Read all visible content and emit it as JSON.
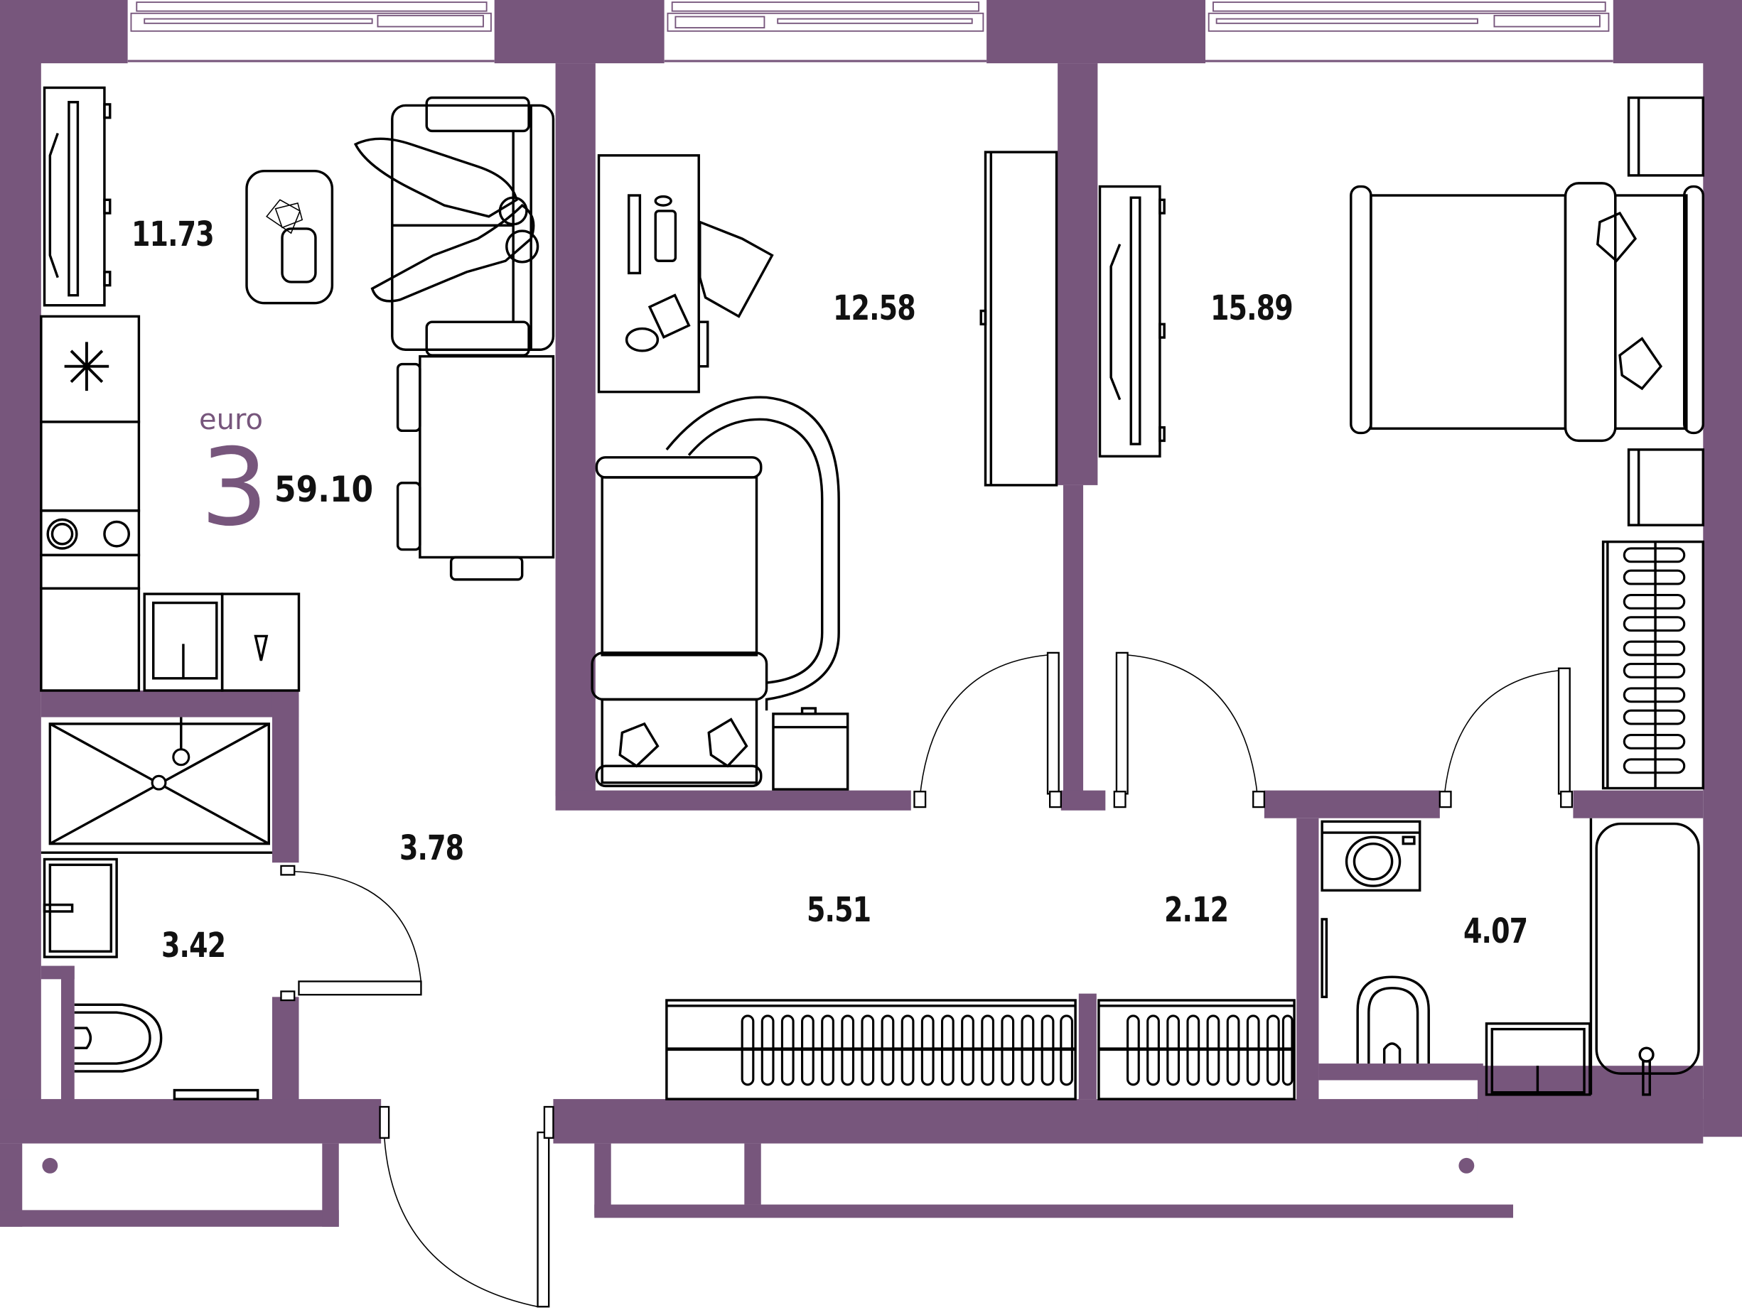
{
  "plan": {
    "brand": "euro",
    "rooms_count": "3",
    "total_area": "59.10",
    "wall_color": "#77567c",
    "line_color": "#000000",
    "background": "#ffffff"
  },
  "rooms": [
    {
      "id": "kitchen-living",
      "area": "11.73"
    },
    {
      "id": "bedroom-1",
      "area": "12.58"
    },
    {
      "id": "bedroom-2",
      "area": "15.89"
    },
    {
      "id": "hall",
      "area": "3.78"
    },
    {
      "id": "bathroom-1",
      "area": "3.42"
    },
    {
      "id": "corridor",
      "area": "5.51"
    },
    {
      "id": "corridor-2",
      "area": "2.12"
    },
    {
      "id": "bathroom-2",
      "area": "4.07"
    }
  ],
  "icons": [
    "snowflake-icon",
    "sofa-icon",
    "tv-icon",
    "dining-table-icon",
    "stove-icon",
    "sink-icon",
    "shower-icon",
    "toilet-icon",
    "washing-machine-icon",
    "bathtub-icon",
    "bed-icon",
    "wardrobe-icon",
    "desk-icon",
    "door-swing-icon",
    "window-icon"
  ]
}
